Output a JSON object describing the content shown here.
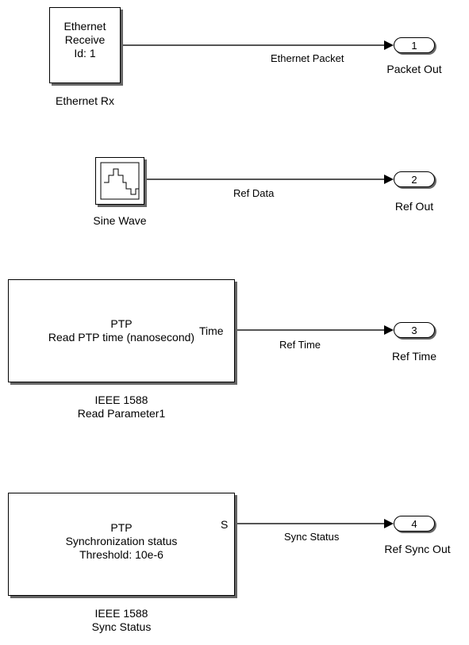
{
  "blocks": {
    "ethernet_rx": {
      "lines": [
        "Ethernet",
        "Receive",
        "Id: 1"
      ],
      "name": "Ethernet Rx"
    },
    "sine_wave": {
      "name": "Sine Wave"
    },
    "read_parameter": {
      "lines": [
        "PTP",
        "Read PTP time (nanosecond)"
      ],
      "port_label": "Time",
      "name_lines": [
        "IEEE 1588",
        "Read Parameter1"
      ]
    },
    "sync_status": {
      "lines": [
        "PTP",
        "Synchronization status",
        "Threshold: 10e-6"
      ],
      "port_label": "S",
      "name_lines": [
        "IEEE 1588",
        "Sync Status"
      ]
    }
  },
  "signals": [
    "Ethernet Packet",
    "Ref Data",
    "Ref Time",
    "Sync Status"
  ],
  "outports": [
    {
      "number": "1",
      "name": "Packet Out"
    },
    {
      "number": "2",
      "name": "Ref Out"
    },
    {
      "number": "3",
      "name": "Ref Time"
    },
    {
      "number": "4",
      "name": "Ref Sync Out"
    }
  ]
}
